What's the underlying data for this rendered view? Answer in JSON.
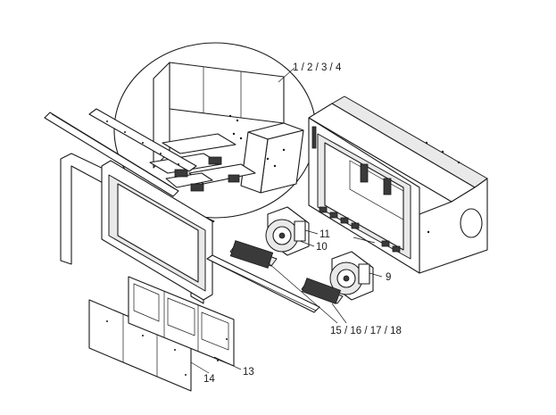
{
  "callouts": {
    "refractory": "1 / 2 / 3 / 4",
    "fan_upper_top": "11",
    "fan_upper": "10",
    "fan_lower": "9",
    "gaskets": "15 / 16 / 17 / 18",
    "louver_right": "13",
    "louver_left": "14"
  }
}
